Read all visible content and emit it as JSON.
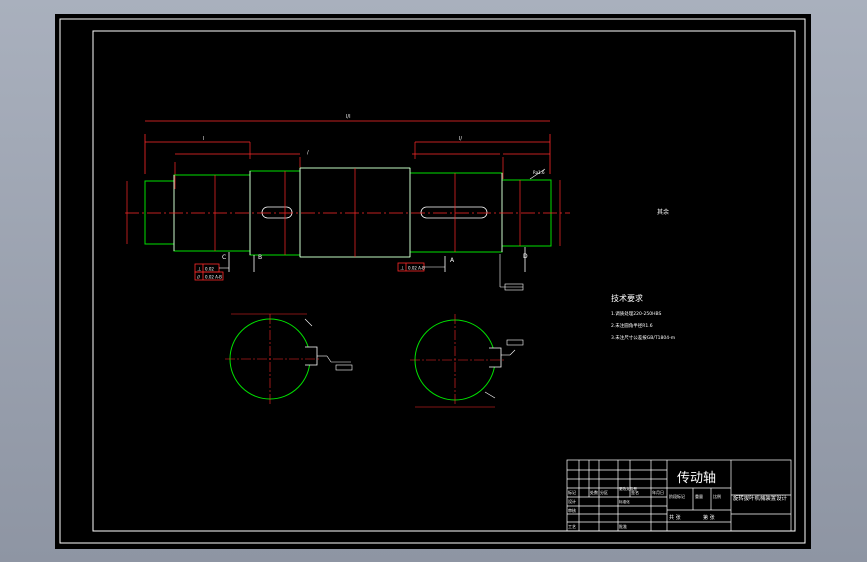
{
  "viewport": {
    "background": "#9ea5b3",
    "canvas_background": "#000000"
  },
  "colors": {
    "outline": "#ffffff",
    "part": "#00e000",
    "dimension": "#ff2a2a",
    "centerline": "#ff2a2a",
    "text": "#ffffff"
  },
  "shaft": {
    "overall_length": "l/l",
    "dims_left": [
      "l",
      "/"
    ],
    "dims_right": [
      "l/"
    ],
    "section_marks": [
      "C",
      "B",
      "A",
      "D"
    ],
    "tolerance_frames": [
      {
        "symbol": "⊥",
        "value": "0.02"
      },
      {
        "symbol": "//",
        "value": "0.02 A-B"
      },
      {
        "symbol": "⊥",
        "value": "0.02 A-B"
      }
    ],
    "roughness_right": "Ra1.6",
    "surface_note": "其余"
  },
  "technical_requirements": {
    "title": "技术要求",
    "items": [
      "1.调质处理220-250HBS",
      "2.未注圆角半径R1.6",
      "3.未注尺寸公差按GB/T1804-m"
    ]
  },
  "title_block": {
    "part_name": "传动轴",
    "drawing_title": "旋转拔叶机械装置设计",
    "cells": {
      "mark": "标记",
      "count": "处数",
      "zone": "分区",
      "change_doc": "更改文件号",
      "signature": "签名",
      "date": "年月日",
      "design": "设计",
      "review": "审核",
      "process": "工艺",
      "approve": "批准",
      "standardize": "标准化",
      "stage_mark": "阶段标记",
      "weight": "重量",
      "scale": "比例",
      "sheets": "共 张",
      "sheet": "第 张"
    }
  }
}
